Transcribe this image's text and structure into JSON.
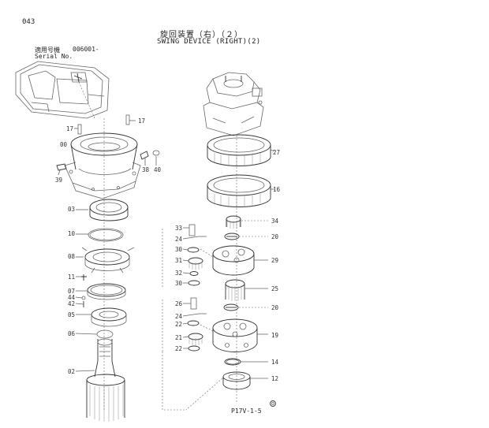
{
  "header": {
    "page_number": "043",
    "title_jp": "旋回装置（右）（２）",
    "title_en": "SWING DEVICE (RIGHT)(2)",
    "serial_label_jp": "適用号機",
    "serial_value": "006001-",
    "serial_label_en": "Serial No."
  },
  "callouts": {
    "c17a": "17",
    "c17b": "17",
    "c00": "00",
    "c38": "38",
    "c40": "40",
    "c39": "39",
    "c03": "03",
    "c10": "10",
    "c08": "08",
    "c11": "11",
    "c07": "07",
    "c44": "44",
    "c42": "42",
    "c05": "05",
    "c06": "06",
    "c02": "02",
    "c27": "27",
    "c16": "16",
    "c34": "34",
    "c20a": "20",
    "c29": "29",
    "c25": "25",
    "c20b": "20",
    "c19": "19",
    "c14": "14",
    "c12": "12",
    "c33": "33",
    "c24a": "24",
    "c30a": "30",
    "c31": "31",
    "c32": "32",
    "c30b": "30",
    "c26": "26",
    "c24b": "24",
    "c22a": "22",
    "c21": "21",
    "c22b": "22"
  },
  "footer": {
    "code": "P17V-1-5"
  }
}
